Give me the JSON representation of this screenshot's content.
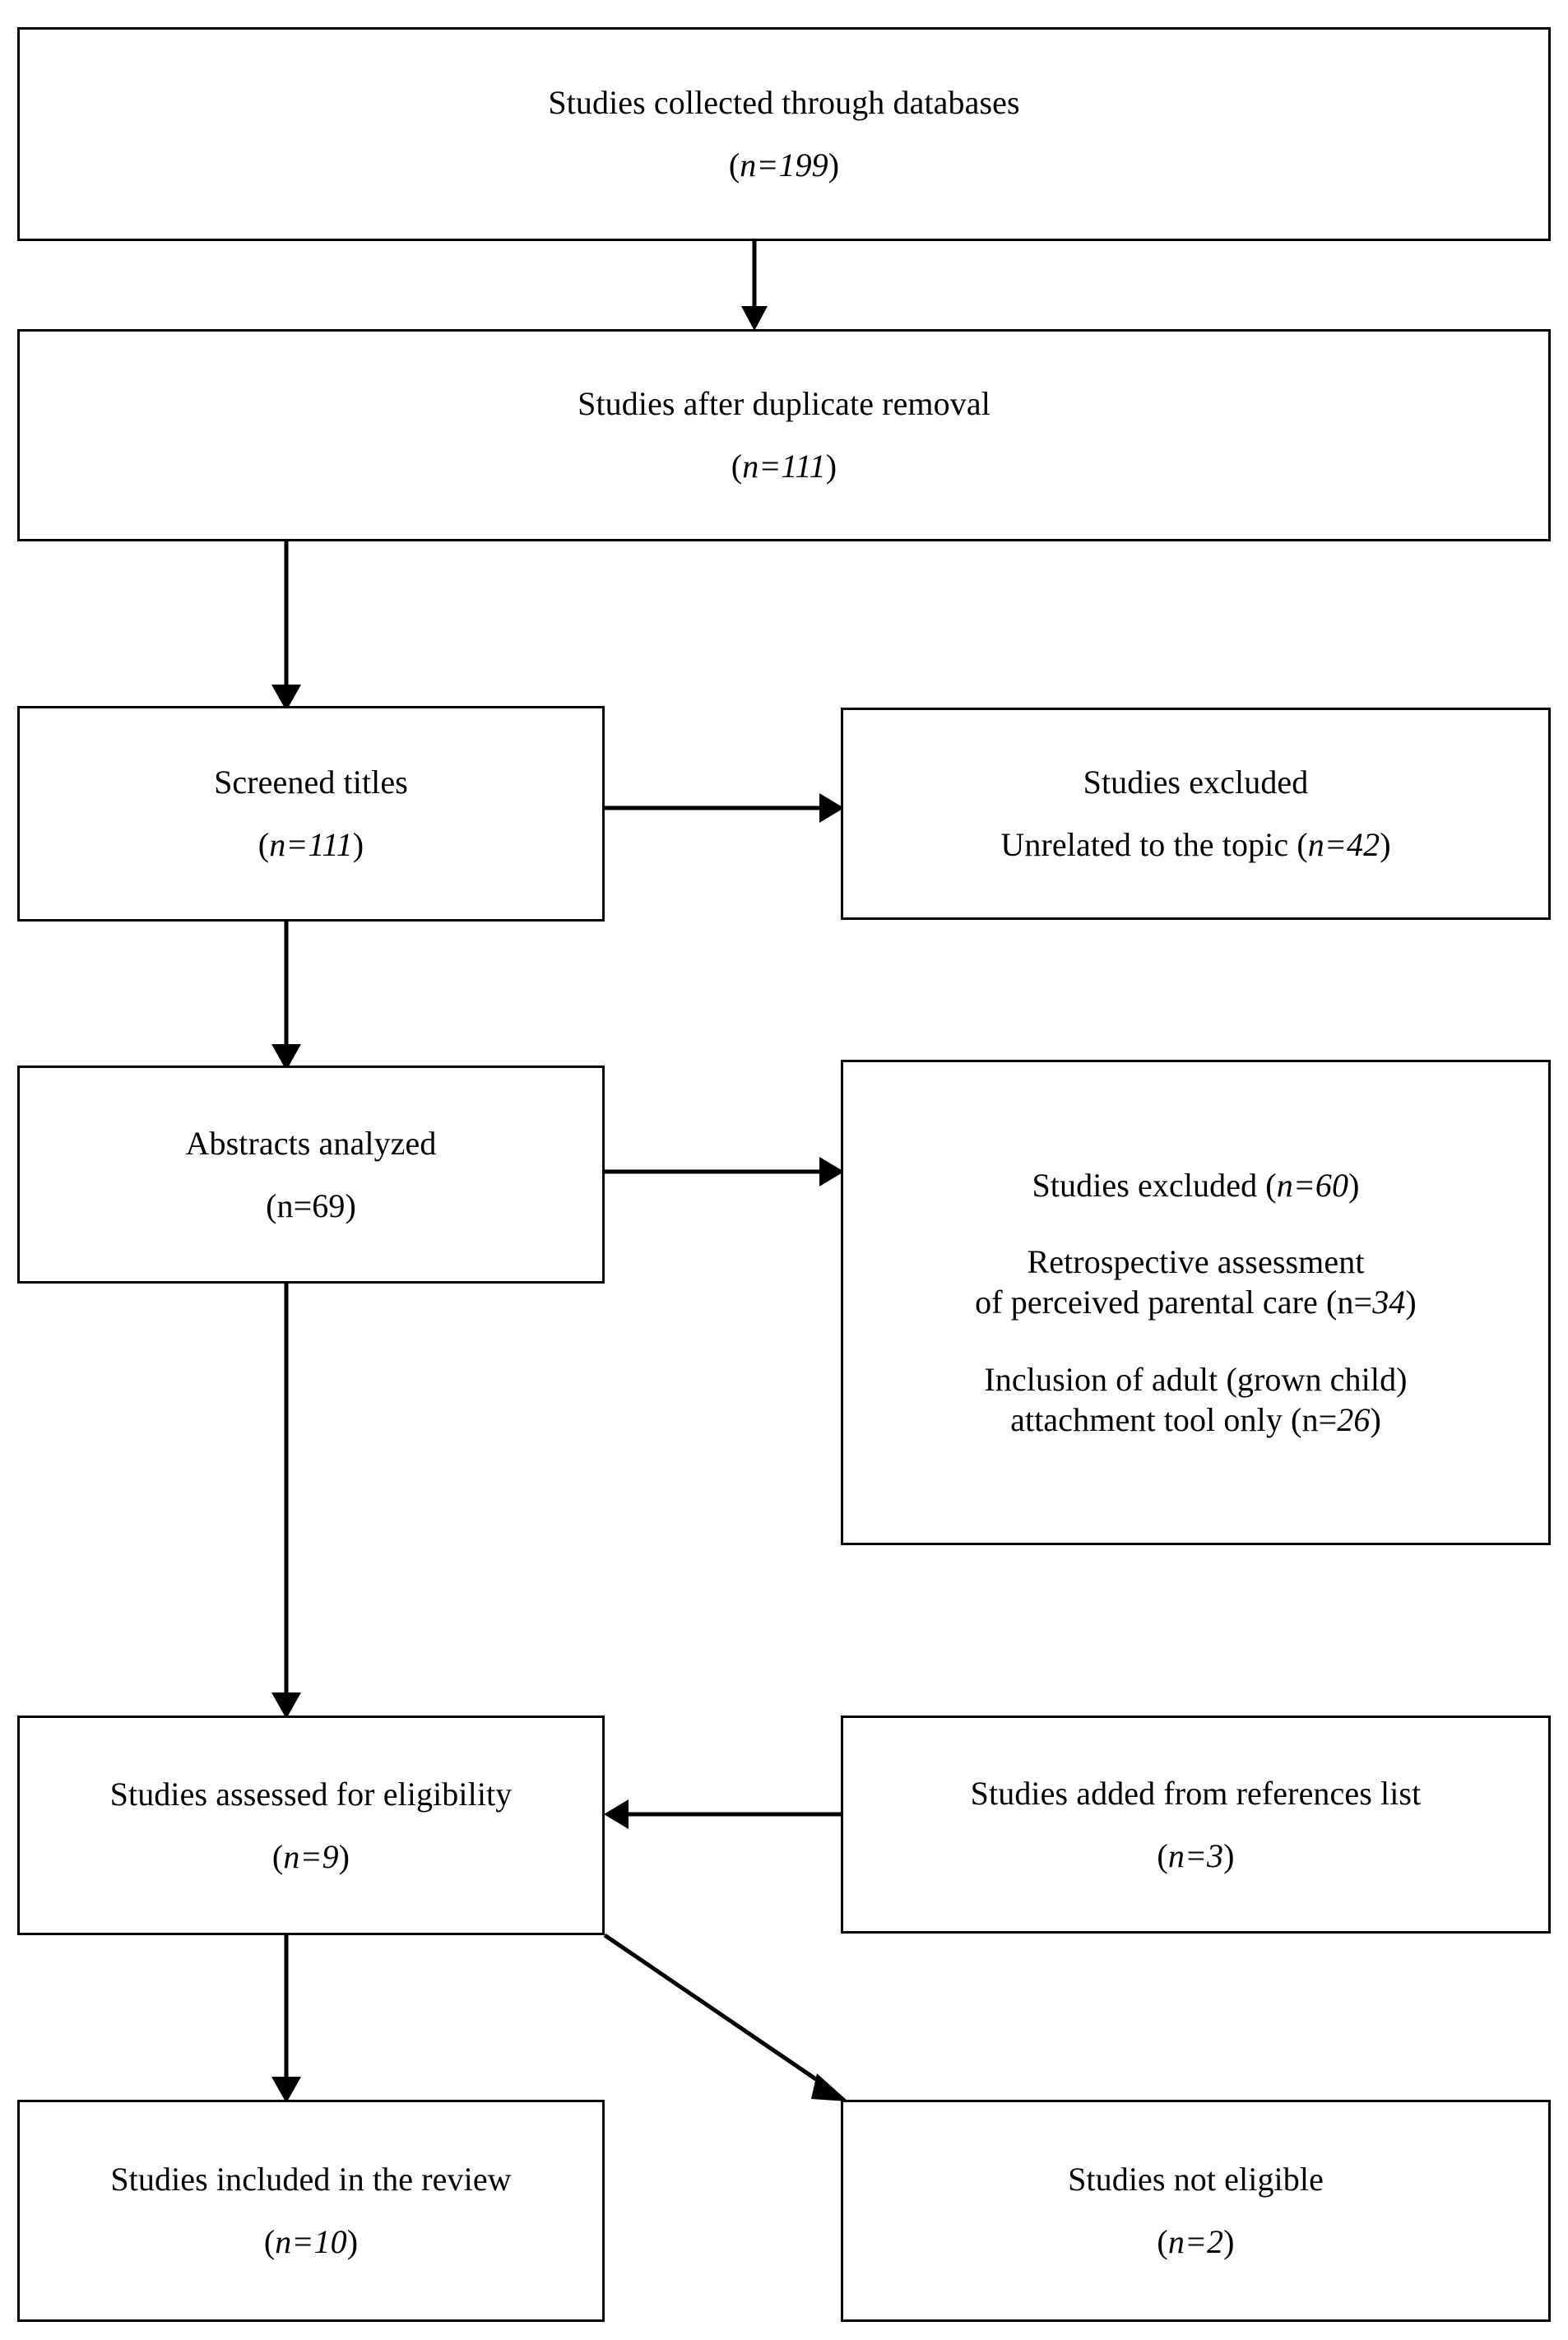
{
  "diagram": {
    "type": "prisma-flow-diagram",
    "title": "Study selection flow",
    "background_color": "#ffffff",
    "line_color": "#000000",
    "text_color": "#000000"
  },
  "boxes": {
    "collected": {
      "id": "studies-collected",
      "line1": "Studies collected through databases",
      "count_prefix": "(",
      "count_italic": "n=199",
      "count_suffix": ")"
    },
    "after_duplicates": {
      "id": "studies-after-duplicate-removal",
      "line1": "Studies after duplicate removal",
      "count_prefix": "(",
      "count_italic": "n=111",
      "count_suffix": ")"
    },
    "screened_titles": {
      "id": "screened-titles",
      "line1": "Screened titles",
      "count_prefix": "(",
      "count_italic": "n=111",
      "count_suffix": ")"
    },
    "excluded_titles": {
      "id": "studies-excluded-unrelated",
      "line1": "Studies excluded",
      "line2_pre": "Unrelated to the topic (",
      "line2_italic": "n=42",
      "line2_post": ")"
    },
    "abstracts": {
      "id": "abstracts-analyzed",
      "line1": "Abstracts analyzed",
      "count_prefix": "(n=",
      "count_italic": "",
      "count_plain": "69",
      "count_suffix": ")"
    },
    "excluded_abstracts": {
      "id": "studies-excluded-abstracts",
      "line1_pre": "Studies excluded (",
      "line1_italic": "n=60",
      "line1_post": ")",
      "reason1_line1": "Retrospective assessment",
      "reason1_line2_pre": "of perceived parental care (n=",
      "reason1_line2_italic": "34",
      "reason1_line2_post": ")",
      "reason2_line1": "Inclusion of adult (grown child)",
      "reason2_line2_pre": "attachment tool only (n=",
      "reason2_line2_italic": "26",
      "reason2_line2_post": ")"
    },
    "assessed": {
      "id": "studies-assessed-for-eligibility",
      "line1": "Studies assessed for eligibility",
      "count_prefix": "(",
      "count_italic": "n=9",
      "count_suffix": ")"
    },
    "added_refs": {
      "id": "studies-added-from-references",
      "line1": "Studies added from references list",
      "count_prefix": "(",
      "count_italic": "n=3",
      "count_suffix": ")"
    },
    "included": {
      "id": "studies-included-in-review",
      "line1": "Studies included in the review",
      "count_prefix": "(",
      "count_italic": "n=10",
      "count_suffix": ")"
    },
    "not_eligible": {
      "id": "studies-not-eligible",
      "line1": "Studies not eligible",
      "count_prefix": "(",
      "count_italic": "n=2",
      "count_suffix": ")"
    }
  },
  "flow_data": {
    "type": "flowchart",
    "nodes": [
      {
        "key": "collected",
        "label": "Studies collected through databases",
        "n": 199
      },
      {
        "key": "after_duplicates",
        "label": "Studies after duplicate removal",
        "n": 111
      },
      {
        "key": "screened_titles",
        "label": "Screened titles",
        "n": 111
      },
      {
        "key": "excluded_titles",
        "label": "Studies excluded — Unrelated to the topic",
        "n": 42
      },
      {
        "key": "abstracts",
        "label": "Abstracts analyzed",
        "n": 69
      },
      {
        "key": "excluded_abstracts",
        "label": "Studies excluded",
        "n": 60,
        "reasons": [
          {
            "label": "Retrospective assessment of perceived parental care",
            "n": 34
          },
          {
            "label": "Inclusion of adult (grown child) attachment tool only",
            "n": 26
          }
        ]
      },
      {
        "key": "assessed",
        "label": "Studies assessed for eligibility",
        "n": 9
      },
      {
        "key": "added_refs",
        "label": "Studies added from references list",
        "n": 3
      },
      {
        "key": "included",
        "label": "Studies included in the review",
        "n": 10
      },
      {
        "key": "not_eligible",
        "label": "Studies not eligible",
        "n": 2
      }
    ],
    "edges": [
      {
        "from": "collected",
        "to": "after_duplicates",
        "direction": "down"
      },
      {
        "from": "after_duplicates",
        "to": "screened_titles",
        "direction": "down"
      },
      {
        "from": "screened_titles",
        "to": "excluded_titles",
        "direction": "right"
      },
      {
        "from": "screened_titles",
        "to": "abstracts",
        "direction": "down"
      },
      {
        "from": "abstracts",
        "to": "excluded_abstracts",
        "direction": "right"
      },
      {
        "from": "abstracts",
        "to": "assessed",
        "direction": "down"
      },
      {
        "from": "added_refs",
        "to": "assessed",
        "direction": "left"
      },
      {
        "from": "assessed",
        "to": "included",
        "direction": "down"
      },
      {
        "from": "assessed",
        "to": "not_eligible",
        "direction": "diagonal-down-right"
      }
    ]
  }
}
